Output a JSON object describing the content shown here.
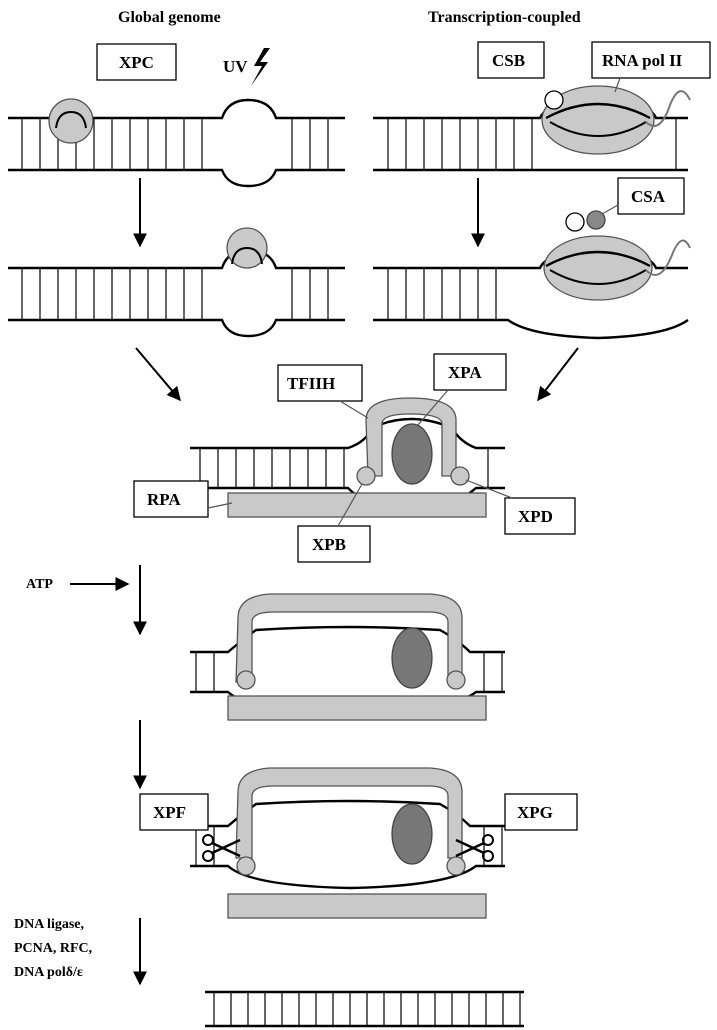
{
  "headers": {
    "global": "Global genome",
    "tc": "Transcription-coupled"
  },
  "labels": {
    "xpc": "XPC",
    "uv": "UV",
    "csb": "CSB",
    "rnapol": "RNA pol II",
    "csa": "CSA",
    "tfiih": "TFIIH",
    "xpa": "XPA",
    "rpa": "RPA",
    "xpd": "XPD",
    "xpb": "XPB",
    "atp": "ATP",
    "xpf": "XPF",
    "xpg": "XPG",
    "final": [
      "DNA ligase,",
      "PCNA, RFC,",
      "DNA polδ/ε"
    ]
  },
  "colors": {
    "protein_light": "#c9c9c9",
    "protein_dark": "#777777",
    "strand": "#000000"
  }
}
